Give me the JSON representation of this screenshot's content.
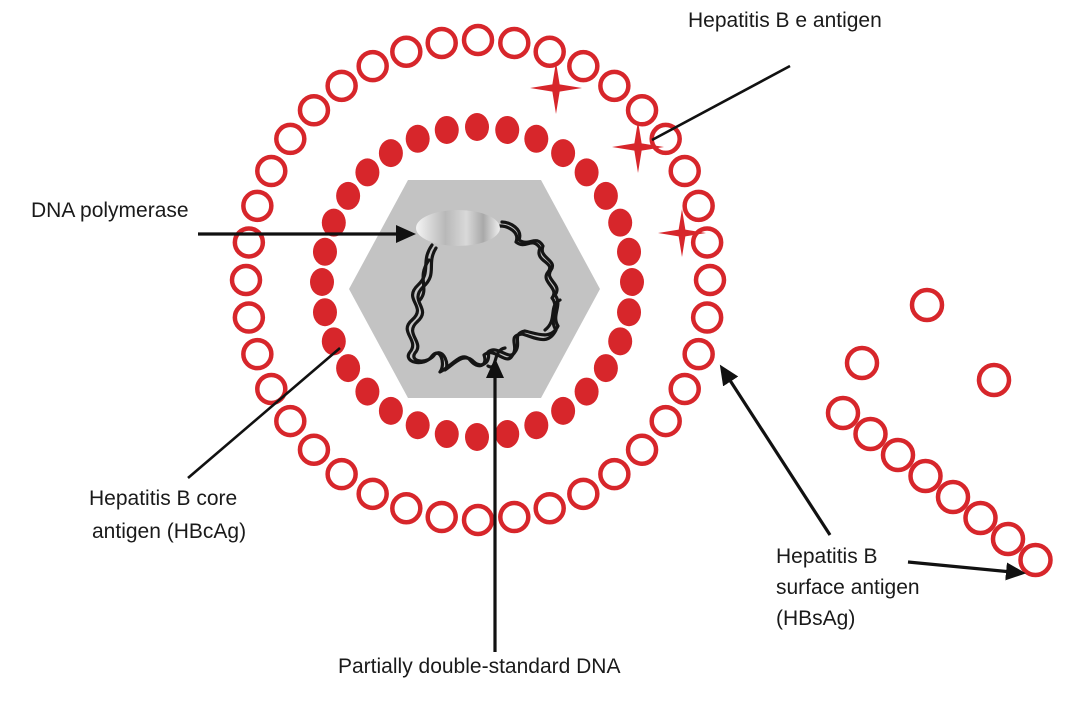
{
  "diagram": {
    "title": "Hepatitis B virus structure",
    "colors": {
      "antigen_red": "#d7262b",
      "capsid_gray": "#c3c3c3",
      "dna_black": "#151515",
      "label_text": "#1a1a1a",
      "background": "#ffffff"
    },
    "labels": {
      "e_antigen": "Hepatitis B e antigen",
      "dna_polymerase": "DNA polymerase",
      "core_antigen_line1": "Hepatitis B core",
      "core_antigen_line2": "antigen (HBcAg)",
      "surface_antigen_line1": "Hepatitis B",
      "surface_antigen_line2": "surface antigen",
      "surface_antigen_line3": "(HBsAg)",
      "dna": "Partially double-standard DNA"
    },
    "components": [
      {
        "name": "envelope",
        "description": "outer ring of hollow red circles (HBsAg)"
      },
      {
        "name": "core",
        "description": "inner ring of solid red dots (HBcAg)"
      },
      {
        "name": "capsid",
        "description": "gray hexagon"
      },
      {
        "name": "genome",
        "description": "coiled black DNA strand"
      },
      {
        "name": "polymerase",
        "description": "gray oval on DNA"
      },
      {
        "name": "e-antigen",
        "description": "red four-point stars on envelope"
      },
      {
        "name": "free-hbsag",
        "description": "free hollow circles and filament"
      }
    ]
  }
}
